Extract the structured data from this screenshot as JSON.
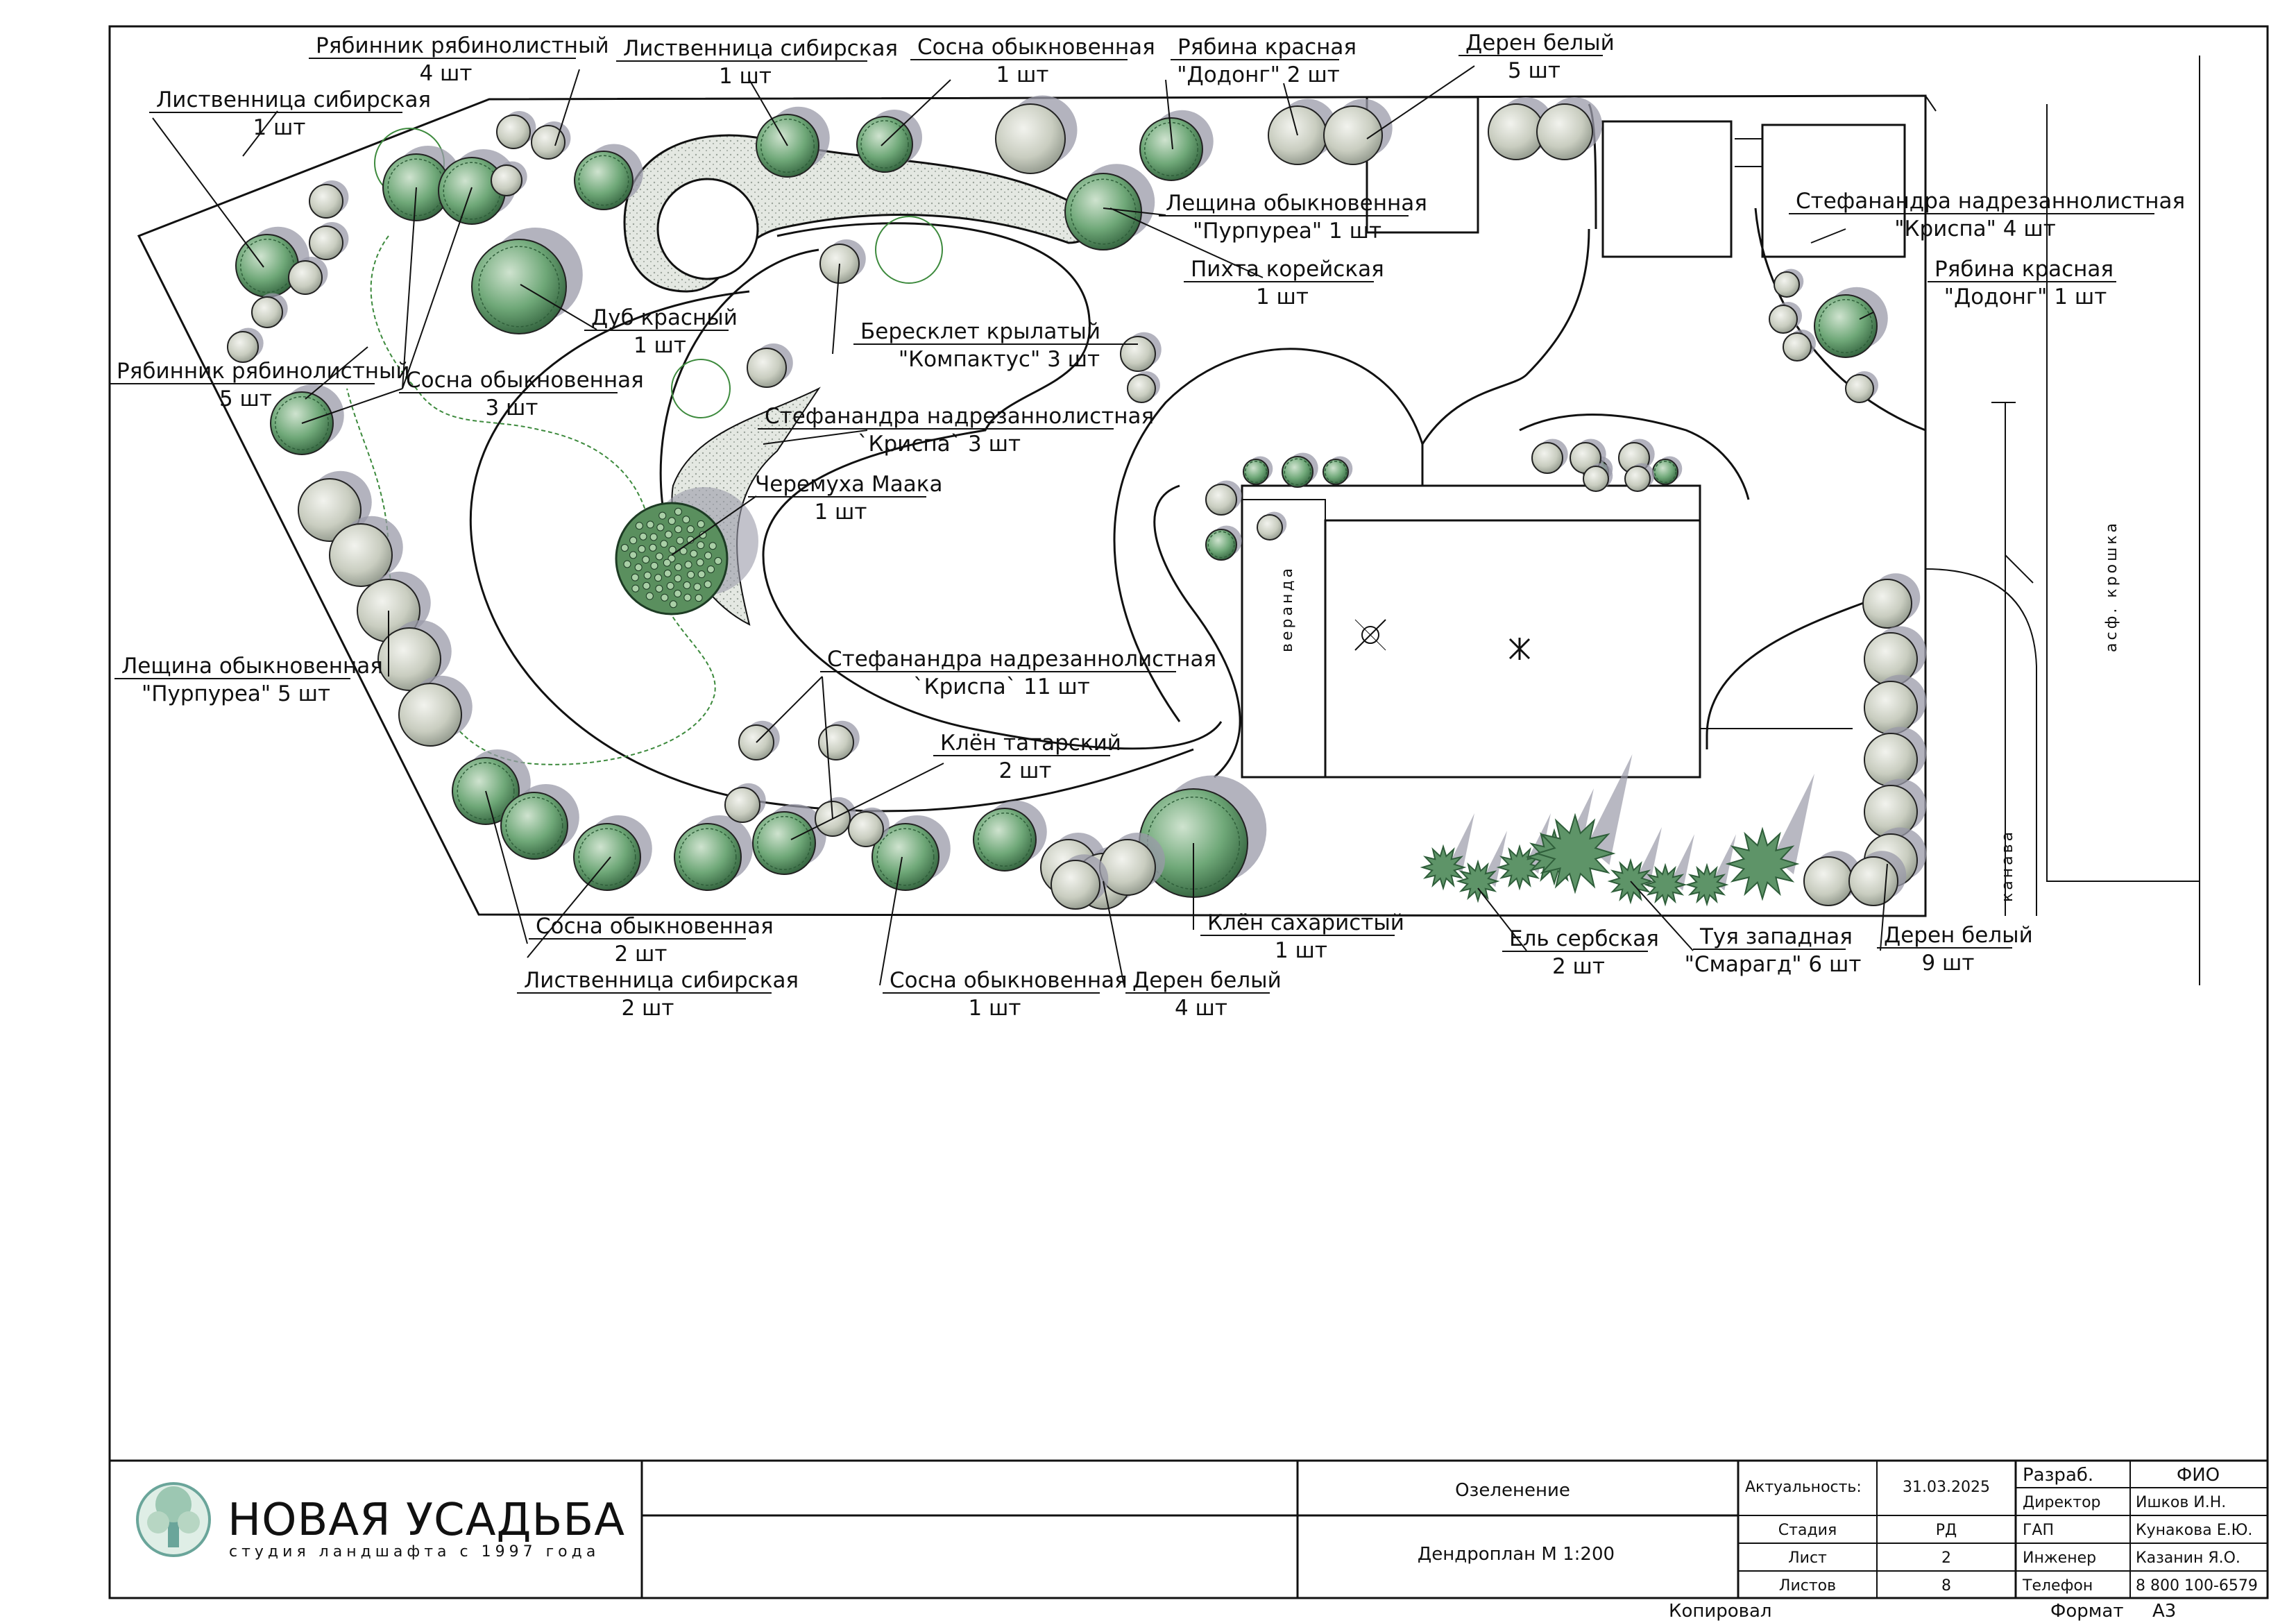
{
  "plant_labels": [
    {
      "id": "ryabinnik-4",
      "name": "Рябинник рябинолистный",
      "qty": "4 шт"
    },
    {
      "id": "listvennica-top",
      "name": "Лиственница сибирская",
      "qty": "1 шт"
    },
    {
      "id": "sosna-top",
      "name": "Сосна обыкновенная",
      "qty": "1 шт"
    },
    {
      "id": "ryabina-dodong-2",
      "name": "Рябина красная",
      "qty": "\"Додонг\" 2 шт"
    },
    {
      "id": "deren-5",
      "name": "Дерен белый",
      "qty": "5 шт"
    },
    {
      "id": "listvennica-left",
      "name": "Лиственница сибирская",
      "qty": "1 шт"
    },
    {
      "id": "leshchina-top",
      "name": "Лещина обыкновенная",
      "qty": "\"Пурпуреа\" 1 шт"
    },
    {
      "id": "pihta",
      "name": "Пихта корейская",
      "qty": "1 шт"
    },
    {
      "id": "stefanandra-4",
      "name": "Стефанандра надрезаннолистная",
      "qty": "\"Криспа\" 4 шт"
    },
    {
      "id": "ryabina-dodong-1",
      "name": "Рябина красная",
      "qty": "\"Додонг\" 1 шт"
    },
    {
      "id": "dub",
      "name": "Дуб красный",
      "qty": "1 шт"
    },
    {
      "id": "beresklet",
      "name": "Бересклет крылатый",
      "qty": "\"Компактус\" 3 шт"
    },
    {
      "id": "ryabinnik-5",
      "name": "Рябинник рябинолистный",
      "qty": "5 шт"
    },
    {
      "id": "sosna-3",
      "name": "Сосна обыкновенная",
      "qty": "3 шт"
    },
    {
      "id": "stefanandra-3",
      "name": "Стефанандра надрезаннолистная",
      "qty": "`Криспа` 3 шт"
    },
    {
      "id": "cheremuha",
      "name": "Черемуха Маака",
      "qty": "1 шт"
    },
    {
      "id": "leshchina-5",
      "name": "Лещина обыкновенная",
      "qty": "\"Пурпуреа\" 5 шт"
    },
    {
      "id": "stefanandra-11",
      "name": "Стефанандра надрезаннолистная",
      "qty": "`Криспа` 11 шт"
    },
    {
      "id": "klen-tatar",
      "name": "Клён татарский",
      "qty": "2 шт"
    },
    {
      "id": "sosna-2",
      "name": "Сосна обыкновенная",
      "qty": "2 шт"
    },
    {
      "id": "listvennica-2",
      "name": "Лиственница сибирская",
      "qty": "2 шт"
    },
    {
      "id": "sosna-bottom",
      "name": "Сосна обыкновенная",
      "qty": "1 шт"
    },
    {
      "id": "deren-4",
      "name": "Дерен белый",
      "qty": "4 шт"
    },
    {
      "id": "klen-sahar",
      "name": "Клён сахаристый",
      "qty": "1 шт"
    },
    {
      "id": "el",
      "name": "Ель сербская",
      "qty": "2 шт"
    },
    {
      "id": "tuya",
      "name": "Туя западная",
      "qty": "\"Смарагд\" 6 шт"
    },
    {
      "id": "deren-9",
      "name": "Дерен белый",
      "qty": "9 шт"
    }
  ],
  "site_labels": {
    "veranda": "веранда",
    "asphalt": "асф. крошка",
    "ditch": "канава"
  },
  "title_block": {
    "logo_main": "НОВАЯ УСАДЬБА",
    "logo_sub": "студия ландшафта с 1997 года",
    "section": "Озеленение",
    "drawing": "Дендроплан М 1:200",
    "rows": [
      {
        "label": "Актуальность:",
        "value": "31.03.2025"
      },
      {
        "label": "Стадия",
        "value": "РД"
      },
      {
        "label": "Лист",
        "value": "2"
      },
      {
        "label": "Листов",
        "value": "8"
      }
    ],
    "staff_header": {
      "role": "Разраб.",
      "name": "ФИО"
    },
    "staff": [
      {
        "role": "Директор",
        "name": "Ишков И.Н."
      },
      {
        "role": "ГАП",
        "name": "Кунакова Е.Ю."
      },
      {
        "role": "Инженер",
        "name": "Казанин Я.О."
      },
      {
        "role": "Телефон",
        "name": "8 800 100-6579"
      }
    ],
    "copied": "Копировал",
    "format_label": "Формат",
    "format_value": "А3"
  },
  "colors": {
    "conifer": "#5e9468",
    "conifer_dark": "#2f5e3a",
    "deciduous": "#c8cdbf",
    "shadow": "#9a9aa8",
    "line": "#111111",
    "hedge": "#3d8a3d"
  }
}
